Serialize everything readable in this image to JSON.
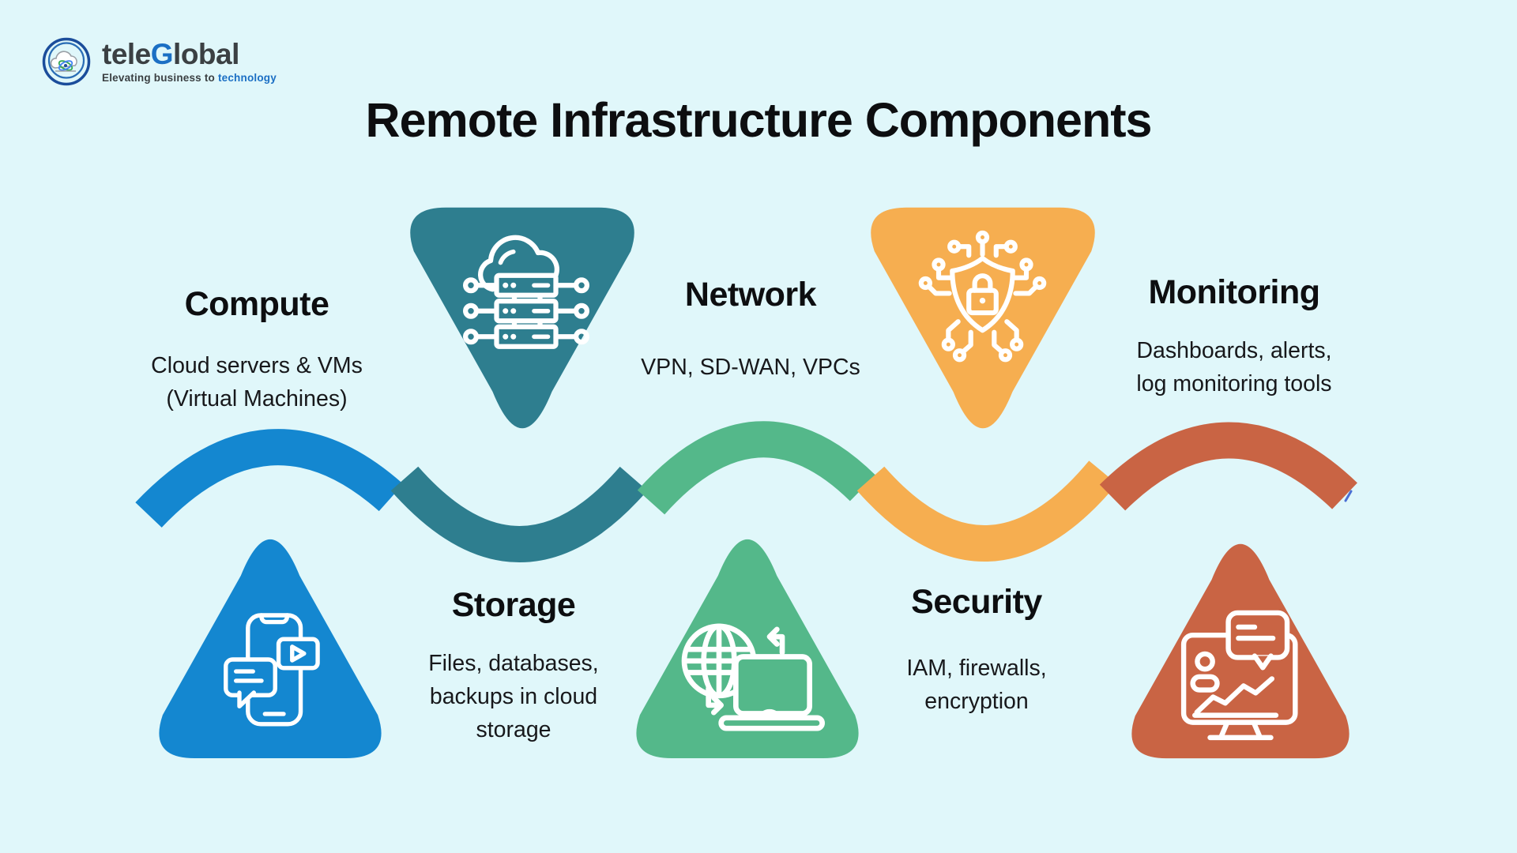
{
  "brand": {
    "name": {
      "part1": "tele",
      "accent": "G",
      "part2": "lobal"
    },
    "tagline": {
      "part1": "Elevating business to ",
      "accent": "technology"
    }
  },
  "title": "Remote Infrastructure Components",
  "colors": {
    "background": "#e0f7fa",
    "heading_text": "#0d0e10",
    "body_text": "#17181b",
    "brand_dark": "#3b4043",
    "brand_accent": "#1b6fc4",
    "icon_stroke": "#ffffff"
  },
  "wave": {
    "colors": [
      "#1487d0",
      "#2e7e8f",
      "#54b88a",
      "#f6ae50",
      "#c96444"
    ]
  },
  "stray_mark": {
    "color": "#4a6fd4"
  },
  "sections": {
    "top_row": {
      "labels": [
        {
          "name": "Compute",
          "desc_lines": [
            "Cloud servers & VMs",
            "(Virtual Machines)"
          ]
        },
        {
          "name": "Network",
          "desc_lines": [
            "VPN, SD-WAN, VPCs"
          ]
        },
        {
          "name": "Monitoring",
          "desc_lines": [
            "Dashboards, alerts,",
            "log monitoring tools"
          ]
        }
      ],
      "triangles": [
        {
          "icon": "cloud-servers-icon",
          "color": "#2e7e8f",
          "direction": "down"
        },
        {
          "icon": "shield-lock-circuit-icon",
          "color": "#f6ae50",
          "direction": "down"
        }
      ]
    },
    "bottom_row": {
      "labels": [
        {
          "name": "Storage",
          "desc_lines": [
            "Files, databases,",
            "backups in cloud",
            "storage"
          ]
        },
        {
          "name": "Security",
          "desc_lines": [
            "IAM, firewalls,",
            "encryption"
          ]
        }
      ],
      "triangles": [
        {
          "icon": "phone-chat-video-icon",
          "color": "#1487d0",
          "direction": "up"
        },
        {
          "icon": "globe-laptop-sync-icon",
          "color": "#54b88a",
          "direction": "up"
        },
        {
          "icon": "monitor-dashboard-icon",
          "color": "#c96444",
          "direction": "up"
        }
      ]
    }
  }
}
